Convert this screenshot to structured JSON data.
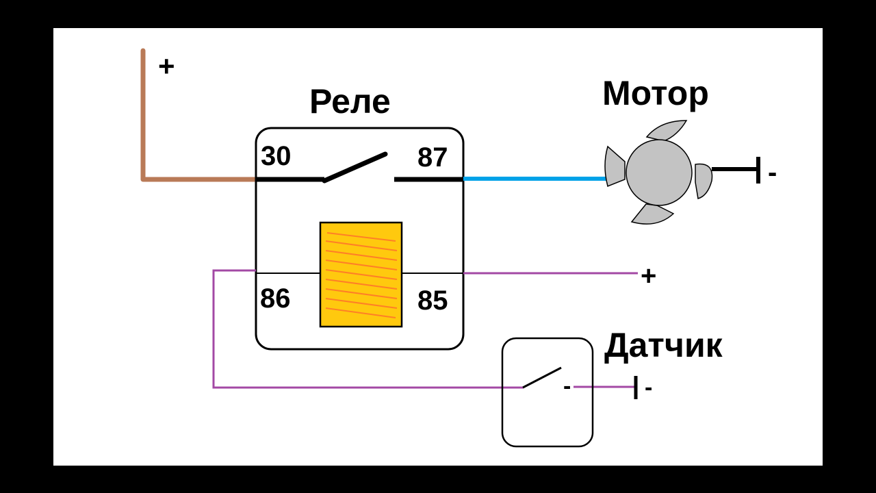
{
  "diagram": {
    "labels": {
      "relay_title": "Реле",
      "motor_title": "Мотор",
      "sensor_title": "Датчик",
      "pin_30": "30",
      "pin_87": "87",
      "pin_86": "86",
      "pin_85": "85",
      "plus_top": "+",
      "plus_right": "+",
      "minus_motor": "-",
      "minus_sensor_inside": "-",
      "minus_sensor_ground": "-"
    },
    "colors": {
      "frame": "#000000",
      "canvas": "#ffffff",
      "wire_plus_feed": "#b97a57",
      "wire_motor": "#00a2e8",
      "wire_control": "#a349a4",
      "coil_fill": "#ffc90e",
      "coil_stripes": "#ff7f27",
      "motor_fill": "#c3c3c3",
      "line": "#000000"
    },
    "icons": {
      "motor": "fan-motor-icon",
      "relay_switch": "switch-contact-icon",
      "coil": "relay-coil-icon",
      "sensor_switch": "sensor-switch-icon",
      "ground": "ground-terminal-icon"
    }
  }
}
